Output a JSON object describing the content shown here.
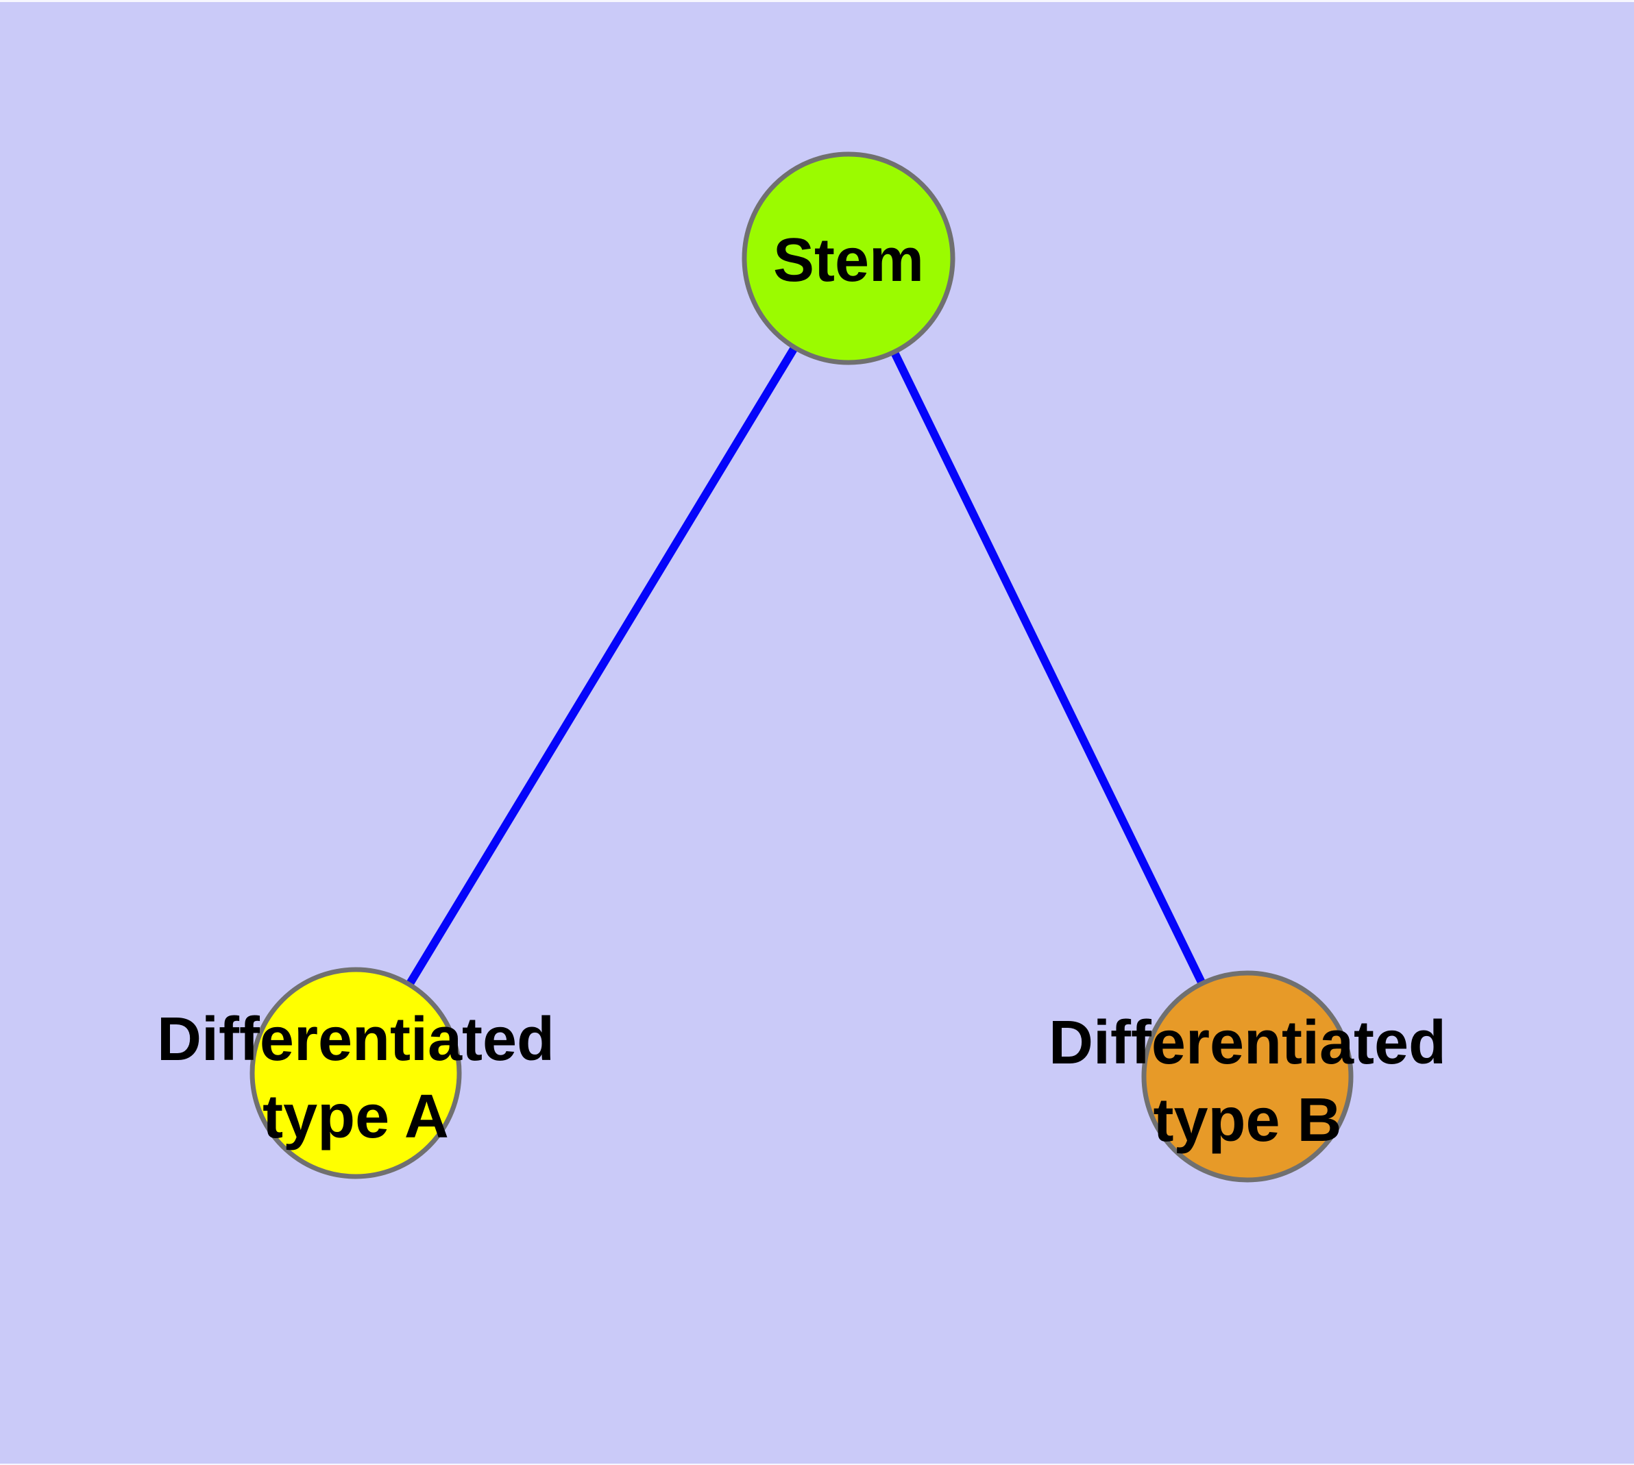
{
  "diagram": {
    "background_color": "#CACAF8",
    "edge_color": "#0505FA",
    "node_border_color": "#707070",
    "label_color": "#000000",
    "nodes": [
      {
        "id": "stem",
        "label": "Stem",
        "fill": "#9BFB00"
      },
      {
        "id": "differentiated-type-a",
        "label_line1": "Differentiated",
        "label_line2": "type A",
        "fill": "#FFFF00"
      },
      {
        "id": "differentiated-type-b",
        "label_line1": "Differentiated",
        "label_line2": "type B",
        "fill": "#E79A28"
      }
    ],
    "edges": [
      {
        "from": "Stem",
        "to": "Differentiated type A"
      },
      {
        "from": "Stem",
        "to": "Differentiated type B"
      }
    ]
  }
}
